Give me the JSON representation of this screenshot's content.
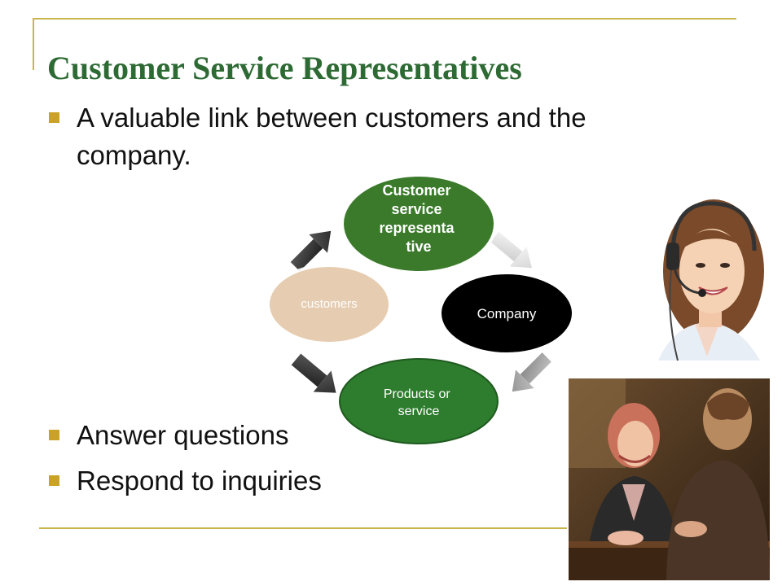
{
  "slide": {
    "title": "Customer Service Representatives",
    "bullets_top": [
      "A valuable link between customers and the company."
    ],
    "bullets_bottom": [
      "Answer questions",
      "Respond to inquiries"
    ]
  },
  "cycle": {
    "nodes": [
      {
        "label_lines": [
          "Customer",
          "service",
          "representa",
          "tive"
        ],
        "fill": "#3a7a2a",
        "text_color": "#ffffff"
      },
      {
        "label_lines": [
          "Company"
        ],
        "fill": "#000000",
        "text_color": "#ffffff"
      },
      {
        "label_lines": [
          "Products or",
          "service"
        ],
        "fill": "#2e7d2e",
        "text_color": "#ffffff"
      },
      {
        "label_lines": [
          "customers"
        ],
        "fill": "#e6ccb0",
        "text_color": "#ffffff"
      }
    ]
  },
  "colors": {
    "title": "#2e6b34",
    "bullet_marker": "#c9a227",
    "frame_line": "#c9b54a"
  },
  "photos": [
    {
      "subject": "headset-agent-photo"
    },
    {
      "subject": "desk-meeting-photo"
    }
  ]
}
